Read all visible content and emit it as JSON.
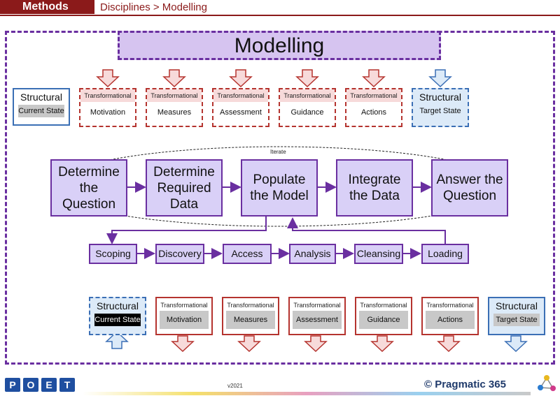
{
  "header": {
    "tab_label": "Methods",
    "breadcrumb": "Disciplines > Modelling"
  },
  "title": "Modelling",
  "top_row": {
    "left_structural": {
      "header": "Structural",
      "value": "Current State"
    },
    "transformational": [
      {
        "header": "Transformational",
        "value": "Motivation"
      },
      {
        "header": "Transformational",
        "value": "Measures"
      },
      {
        "header": "Transformational",
        "value": "Assessment"
      },
      {
        "header": "Transformational",
        "value": "Guidance"
      },
      {
        "header": "Transformational",
        "value": "Actions"
      }
    ],
    "right_structural": {
      "header": "Structural",
      "value": "Target State"
    }
  },
  "iterate_label": "Iterate",
  "process": [
    "Determine the Question",
    "Determine Required Data",
    "Populate the Model",
    "Integrate the Data",
    "Answer the Question"
  ],
  "steps": [
    "Scoping",
    "Discovery",
    "Access",
    "Analysis",
    "Cleansing",
    "Loading"
  ],
  "bottom_row": {
    "left_structural": {
      "header": "Structural",
      "value": "Current State"
    },
    "transformational": [
      {
        "header": "Transformational",
        "value": "Motivation"
      },
      {
        "header": "Transformational",
        "value": "Measures"
      },
      {
        "header": "Transformational",
        "value": "Assessment"
      },
      {
        "header": "Transformational",
        "value": "Guidance"
      },
      {
        "header": "Transformational",
        "value": "Actions"
      }
    ],
    "right_structural": {
      "header": "Structural",
      "value": "Target State"
    }
  },
  "footer": {
    "logo": "POET",
    "version": "v2021",
    "brand": "© Pragmatic 365"
  },
  "colors": {
    "maroon": "#8b1a1a",
    "purple": "#6a2fa0",
    "lavender": "#d9d0f7",
    "red": "#b5342f",
    "blue": "#3b6fb5"
  }
}
